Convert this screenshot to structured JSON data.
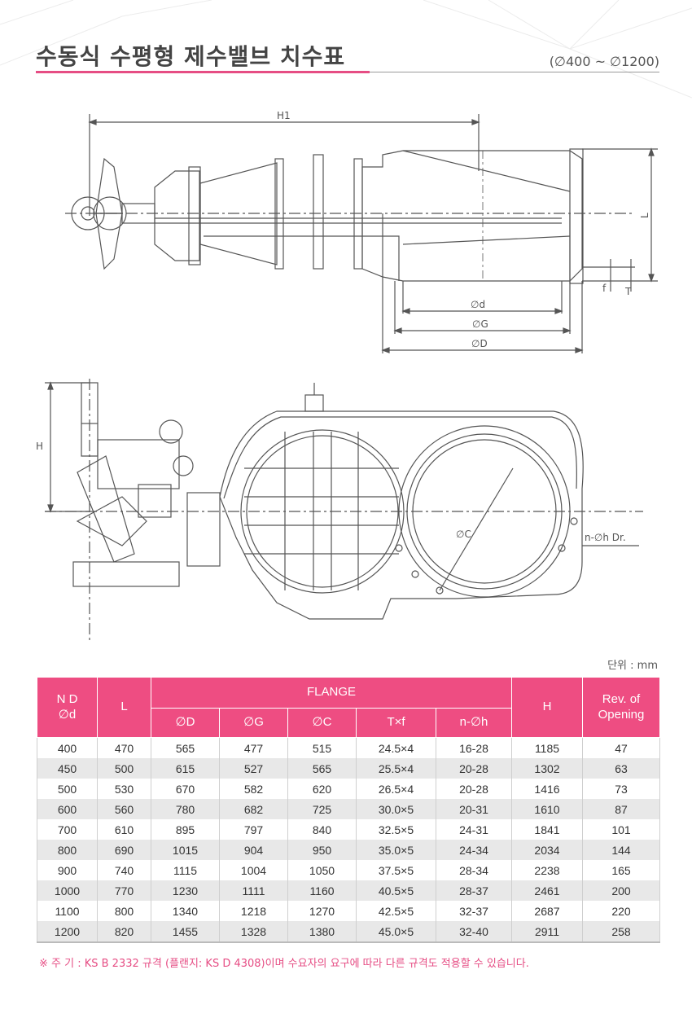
{
  "header": {
    "title": "수동식 수평형 제수밸브 치수표",
    "range": "(∅400 ~ ∅1200)"
  },
  "drawing": {
    "labels": {
      "h1": "H1",
      "l": "L",
      "d": "∅d",
      "g": "∅G",
      "big_d": "∅D",
      "t": "T",
      "f": "f",
      "h": "H",
      "c": "∅C",
      "holes": "n-∅h  Dr."
    }
  },
  "unit": "단위 : mm",
  "table": {
    "headers": {
      "nd_line1": "N  D",
      "nd_line2": "∅d",
      "l": "L",
      "flange": "FLANGE",
      "big_d": "∅D",
      "g": "∅G",
      "c": "∅C",
      "txf": "T×f",
      "nh": "n-∅h",
      "h": "H",
      "rev_line1": "Rev. of",
      "rev_line2": "Opening"
    },
    "rows": [
      [
        "400",
        "470",
        "565",
        "477",
        "515",
        "24.5×4",
        "16-28",
        "1185",
        "47"
      ],
      [
        "450",
        "500",
        "615",
        "527",
        "565",
        "25.5×4",
        "20-28",
        "1302",
        "63"
      ],
      [
        "500",
        "530",
        "670",
        "582",
        "620",
        "26.5×4",
        "20-28",
        "1416",
        "73"
      ],
      [
        "600",
        "560",
        "780",
        "682",
        "725",
        "30.0×5",
        "20-31",
        "1610",
        "87"
      ],
      [
        "700",
        "610",
        "895",
        "797",
        "840",
        "32.5×5",
        "24-31",
        "1841",
        "101"
      ],
      [
        "800",
        "690",
        "1015",
        "904",
        "950",
        "35.0×5",
        "24-34",
        "2034",
        "144"
      ],
      [
        "900",
        "740",
        "1115",
        "1004",
        "1050",
        "37.5×5",
        "28-34",
        "2238",
        "165"
      ],
      [
        "1000",
        "770",
        "1230",
        "1111",
        "1160",
        "40.5×5",
        "28-37",
        "2461",
        "200"
      ],
      [
        "1100",
        "800",
        "1340",
        "1218",
        "1270",
        "42.5×5",
        "32-37",
        "2687",
        "220"
      ],
      [
        "1200",
        "820",
        "1455",
        "1328",
        "1380",
        "45.0×5",
        "32-40",
        "2911",
        "258"
      ]
    ]
  },
  "note": "※ 주 기 : KS B 2332 규격 (플랜지: KS D 4308)이며 수요자의 요구에 따라 다른 규격도 적용할 수 있습니다.",
  "colors": {
    "accent": "#ee4d82",
    "row_alt": "#e8e8e8"
  }
}
